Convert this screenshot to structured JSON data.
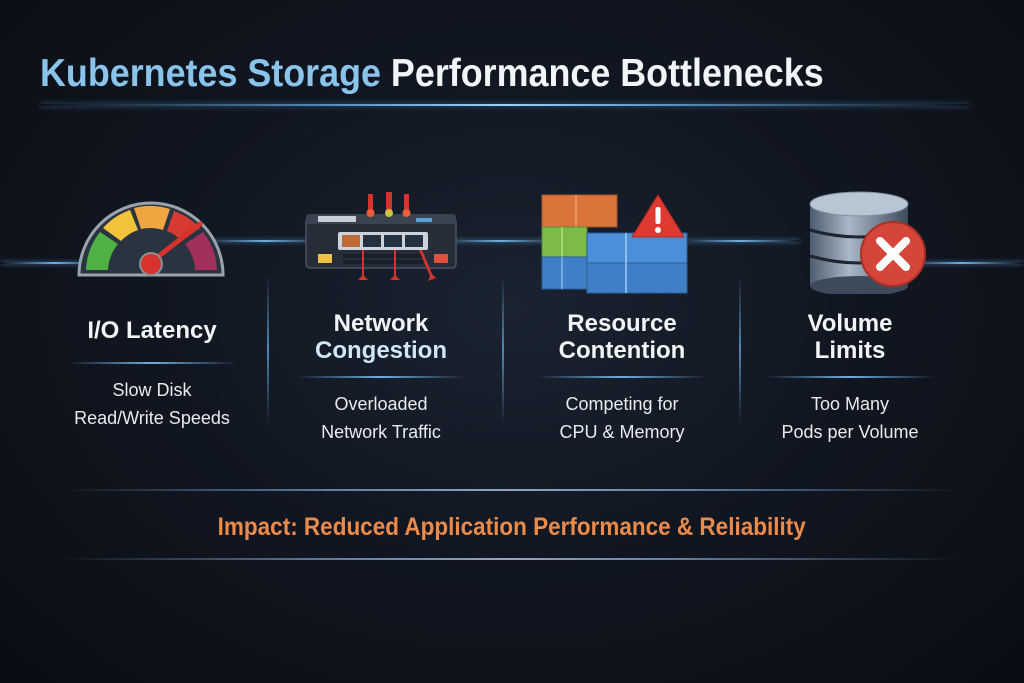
{
  "title": {
    "part1": "Kubernetes Storage",
    "part2": "Performance Bottlenecks"
  },
  "colors": {
    "title_accent": "#8ac4ea",
    "impact": "#ec8a4a",
    "background": "#111722",
    "glow": "#6fb6ea"
  },
  "cards": [
    {
      "icon": "speedometer-gauge-icon",
      "title_line1": "I/O Latency",
      "title_line2": "",
      "desc_line1": "Slow Disk",
      "desc_line2": "Read/Write Speeds"
    },
    {
      "icon": "network-switch-icon",
      "title_line1": "Network",
      "title_line2": "Congestion",
      "desc_line1": "Overloaded",
      "desc_line2": "Network Traffic"
    },
    {
      "icon": "resource-blocks-warning-icon",
      "title_line1": "Resource",
      "title_line2": "Contention",
      "desc_line1": "Competing for",
      "desc_line2": "CPU & Memory"
    },
    {
      "icon": "database-error-icon",
      "title_line1": "Volume",
      "title_line2": "Limits",
      "desc_line1": "Too Many",
      "desc_line2": "Pods per Volume"
    }
  ],
  "impact": {
    "text": "Impact: Reduced Application Performance & Reliability"
  }
}
